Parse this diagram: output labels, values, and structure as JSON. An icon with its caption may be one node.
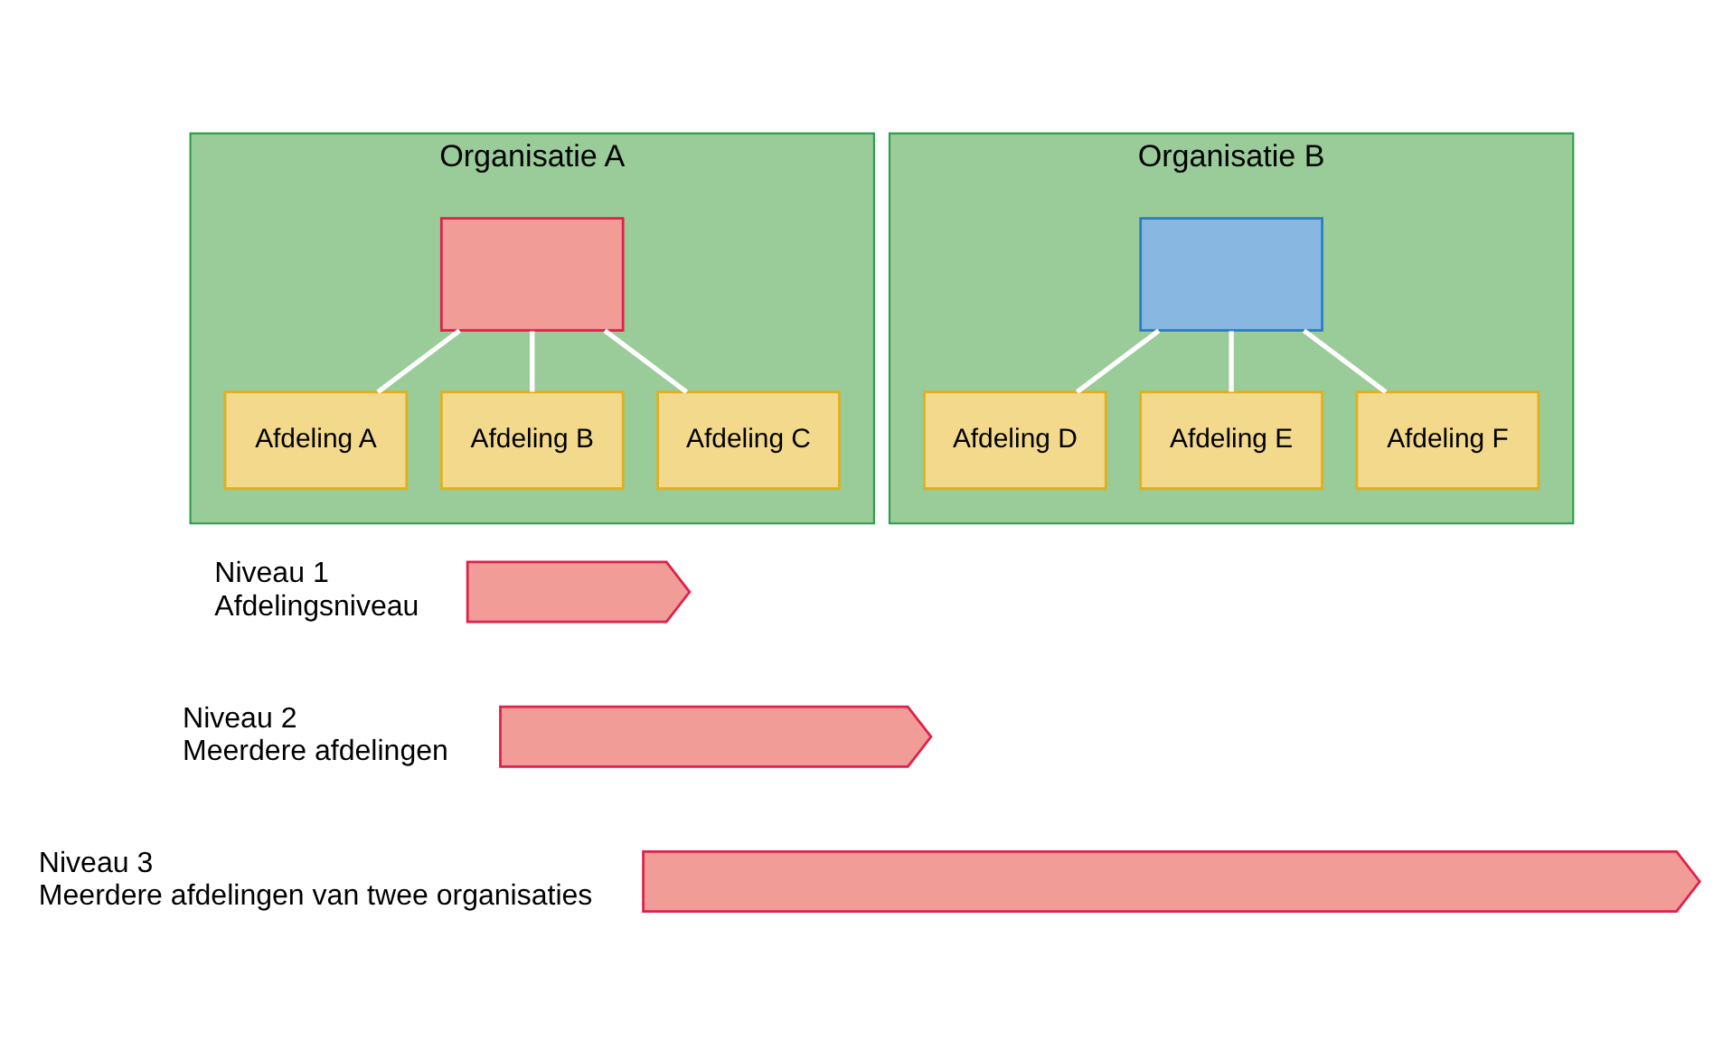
{
  "diagram": {
    "nodes": [
      {
        "text": [
          "Organisatie A"
        ]
      },
      {
        "text": [],
        "shape": "box",
        "in": 0
      },
      {
        "text": [
          "Afdeling A"
        ],
        "in": 0
      },
      {
        "text": [
          "Afdeling B"
        ],
        "in": 0
      },
      {
        "text": [
          "Afdeling C"
        ],
        "in": 0
      },
      {
        "text": [
          "Organisatie B"
        ]
      },
      {
        "text": [],
        "shape": "box",
        "in": 5
      },
      {
        "text": [
          "Afdeling D"
        ],
        "in": 5
      },
      {
        "text": [
          "Afdeling E"
        ],
        "in": 5
      },
      {
        "text": [
          "Afdeling F"
        ],
        "in": 5
      },
      {
        "text": [],
        "shape": "chevron",
        "beside": [
          "Niveau 1",
          "Afdelingsniveau"
        ]
      },
      {
        "text": [],
        "shape": "chevron",
        "beside": [
          "Niveau 2",
          "Meerdere afdelingen"
        ]
      },
      {
        "text": [],
        "shape": "chevron",
        "beside": [
          "Niveau 3",
          "Meerdere afdelingen van twee organisaties"
        ]
      }
    ],
    "edges": [
      {
        "from": 1,
        "to": 2,
        "arrow": "none"
      },
      {
        "from": 1,
        "to": 3,
        "arrow": "none"
      },
      {
        "from": 1,
        "to": 4,
        "arrow": "none"
      },
      {
        "from": 6,
        "to": 7,
        "arrow": "none"
      },
      {
        "from": 6,
        "to": 8,
        "arrow": "none"
      },
      {
        "from": 6,
        "to": 9,
        "arrow": "none"
      }
    ]
  }
}
